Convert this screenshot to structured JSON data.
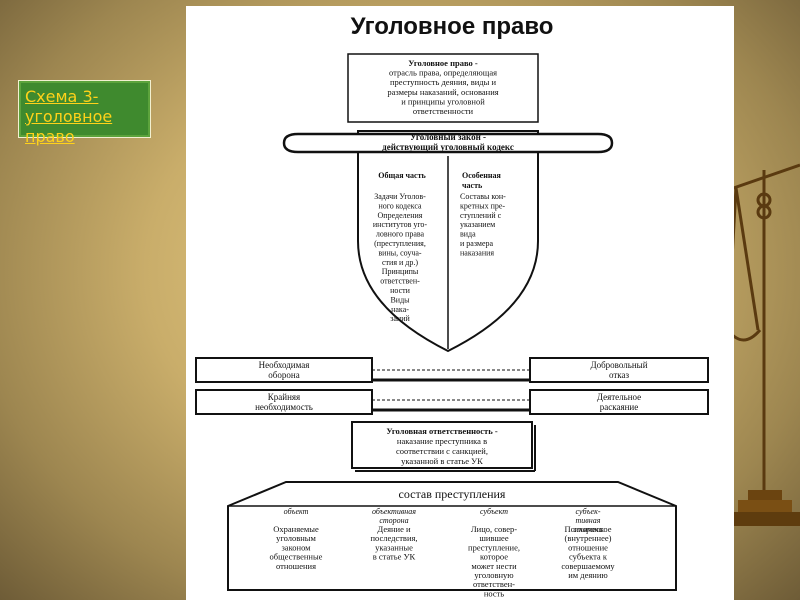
{
  "slide": {
    "link_label": "Схема 3-уголовное право",
    "colors": {
      "link_text": "#ffd21a",
      "link_box": "#3f8a2e",
      "background": "#c9ad6a"
    }
  },
  "diagram": {
    "title": "Уголовное право",
    "definition": [
      "Уголовное право -",
      "отрасль права, определяющая",
      "преступность деяния, виды и",
      "размеры наказаний, основания",
      "и принципы уголовной",
      "ответственности"
    ],
    "law_banner": [
      "Уголовный закон -",
      "действующий уголовный кодекс"
    ],
    "general_part": {
      "heading": "Общая часть",
      "lines": [
        "Задачи Уголов-",
        "ного кодекса",
        "Определения",
        "институтов уго-",
        "ловного права",
        "(преступления,",
        "вины, соуча-",
        "стия и др.)",
        "Принципы",
        "ответствен-",
        "ности",
        "Виды",
        "нака-",
        "заний"
      ]
    },
    "special_part": {
      "heading": [
        "Особенная",
        "часть"
      ],
      "lines": [
        "Составы кон-",
        "кретных пре-",
        "ступлений с",
        "указанием",
        "вида",
        "и размера",
        "наказания"
      ]
    },
    "left_boxes": [
      [
        "Необходимая",
        "оборона"
      ],
      [
        "Крайняя",
        "необходимость"
      ]
    ],
    "right_boxes": [
      [
        "Добровольный",
        "отказ"
      ],
      [
        "Деятельное",
        "раскаяние"
      ]
    ],
    "responsibility": [
      "Уголовная ответственность -",
      "наказание преступника в",
      "соответствии с санкцией,",
      "указанной в статье УК"
    ],
    "crime": {
      "title": "состав преступления",
      "columns": [
        {
          "header": [
            "объект"
          ],
          "lines": [
            "Охраняемые",
            "уголовным",
            "законом",
            "общественные",
            "отношения"
          ]
        },
        {
          "header": [
            "объективная",
            "сторона"
          ],
          "lines": [
            "Деяние и",
            "последствия,",
            "указанные",
            "в статье УК"
          ]
        },
        {
          "header": [
            "субъект"
          ],
          "lines": [
            "Лицо, совер-",
            "шившее",
            "преступление,",
            "которое",
            "может нести",
            "уголовную",
            "ответствен-",
            "ность"
          ]
        },
        {
          "header": [
            "субъек-",
            "тивная",
            "сторона"
          ],
          "lines": [
            "Психическое",
            "(внутреннее)",
            "отношение",
            "субъекта к",
            "совершаемому",
            "им деянию"
          ]
        }
      ]
    }
  }
}
